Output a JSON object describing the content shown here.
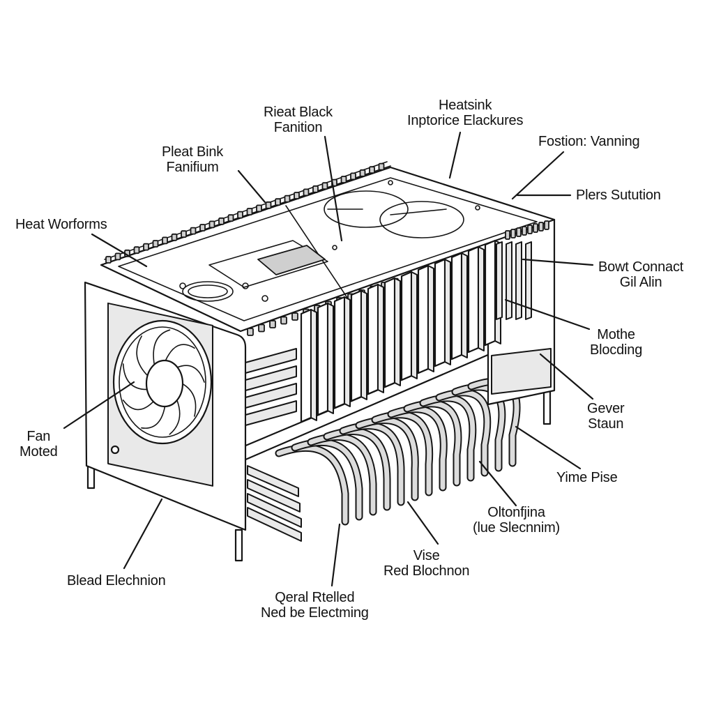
{
  "labels": {
    "riet_black": [
      "Rieat Black",
      "Fanition"
    ],
    "heatsink": [
      "Heatsink",
      "Inptorice Elackures"
    ],
    "fostion": [
      "Fostion: Vanning"
    ],
    "pleat_bink": [
      "Pleat Bink",
      "Fanifium"
    ],
    "plers": [
      "Plers Sutution"
    ],
    "heat_worforms": [
      "Heat Worforms"
    ],
    "bowt": [
      "Bowt Connact",
      "Gil Alin"
    ],
    "mothe": [
      "Mothe",
      "Blocding"
    ],
    "gever": [
      "Gever",
      "Staun"
    ],
    "fan": [
      "Fan",
      "Moted"
    ],
    "yime": [
      "Yime Pise"
    ],
    "oltonfjina": [
      "Oltonfjina",
      "(lue Slecnnim)"
    ],
    "vise": [
      "Vise",
      "Red Blochnon"
    ],
    "blead": [
      "Blead Elechnion"
    ],
    "qeral": [
      "Qeral Rtelled",
      "Ned be Electming"
    ]
  },
  "colors": {
    "line": "#151515",
    "background": "#ffffff",
    "shade": "#e9e9e9"
  },
  "icons": [
    "fan-icon"
  ]
}
